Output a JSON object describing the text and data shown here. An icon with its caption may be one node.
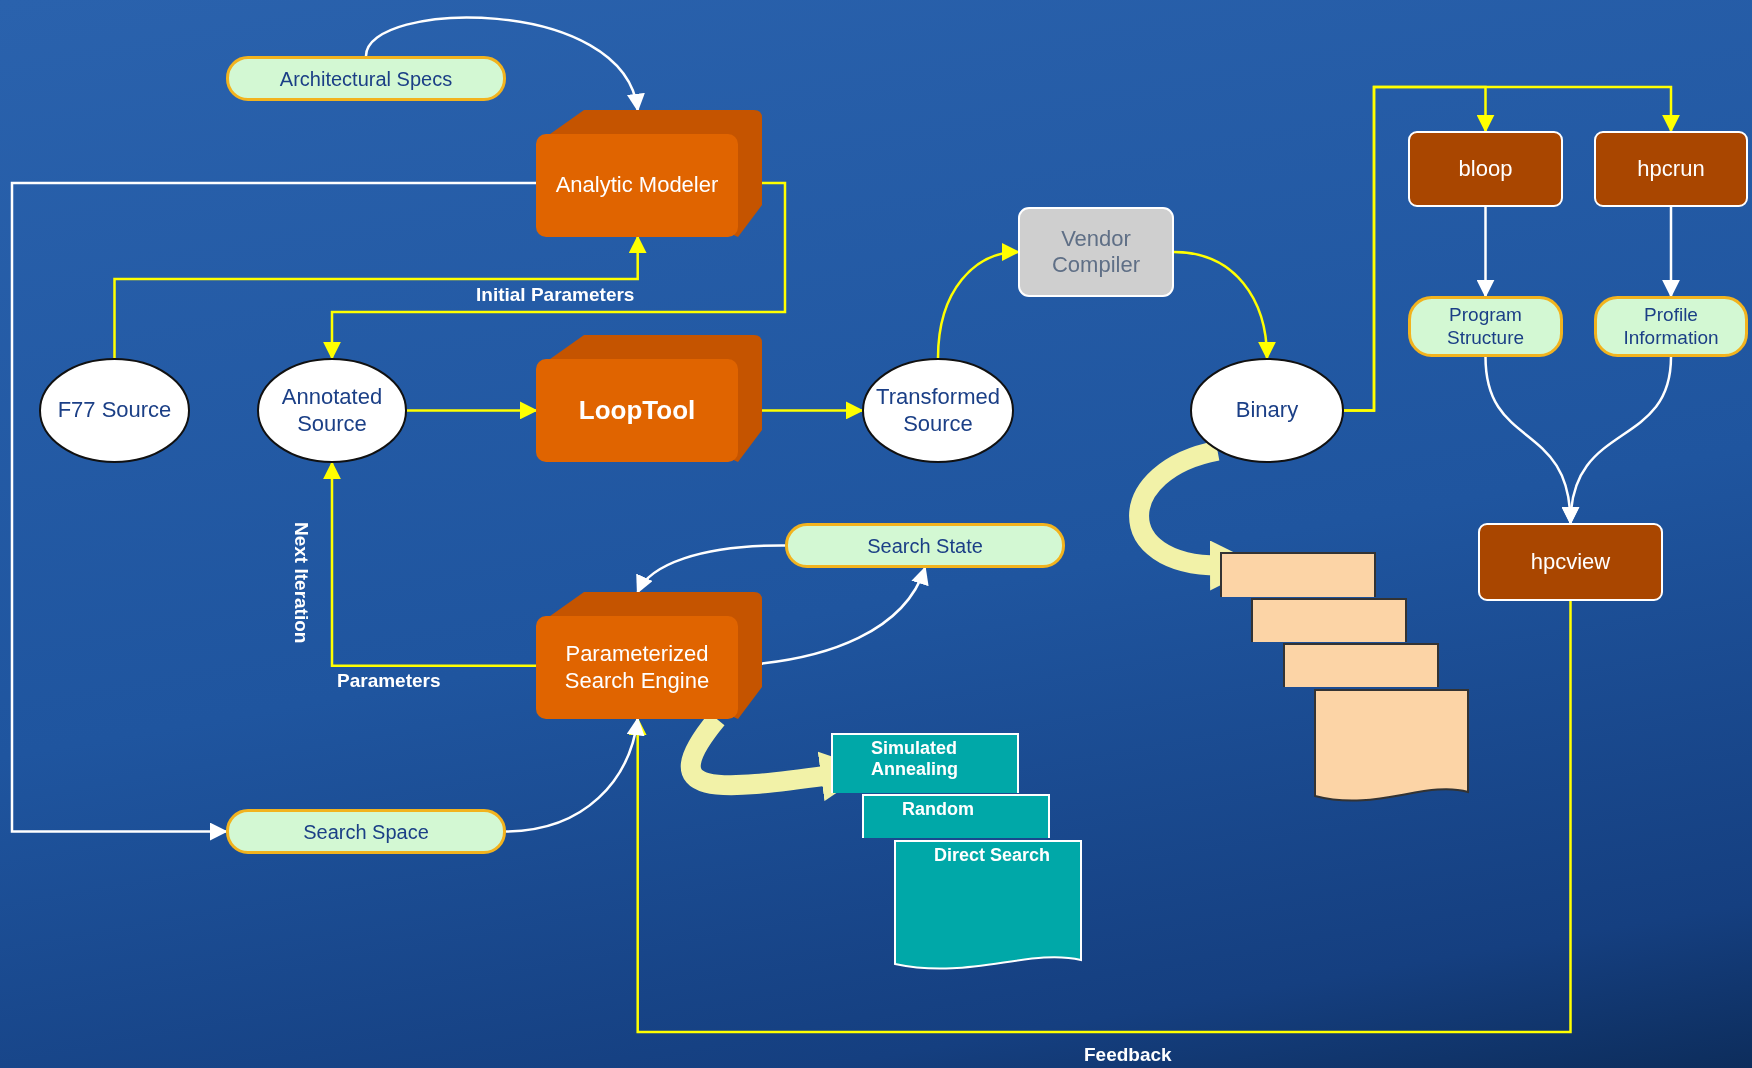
{
  "diagram": {
    "nodes": [
      {
        "text": [
          "Architectural Specs"
        ]
      },
      {
        "text": [
          "Analytic Modeler"
        ]
      },
      {
        "text": [
          "F77 Source"
        ]
      },
      {
        "text": [
          "Annotated Source"
        ]
      },
      {
        "text": [
          "LoopTool"
        ]
      },
      {
        "text": [
          "Transformed Source"
        ]
      },
      {
        "text": [
          "Vendor Compiler"
        ]
      },
      {
        "text": [
          "Binary"
        ]
      },
      {
        "text": [
          "bloop"
        ]
      },
      {
        "text": [
          "hpcrun"
        ]
      },
      {
        "text": [
          "Program Structure"
        ]
      },
      {
        "text": [
          "Profile Information"
        ]
      },
      {
        "text": [
          "hpcview"
        ]
      },
      {
        "text": [
          "Search State"
        ]
      },
      {
        "text": [
          "Parameterized Search Engine"
        ]
      },
      {
        "text": [
          "Search Space"
        ]
      },
      {
        "text": [],
        "shape": "document"
      },
      {
        "text": [],
        "shape": "document"
      },
      {
        "text": [],
        "shape": "document"
      },
      {
        "text": [],
        "shape": "document"
      },
      {
        "text": [
          "Simulated Annealing"
        ]
      },
      {
        "text": [
          "Random"
        ]
      },
      {
        "text": [
          "Direct Search"
        ]
      }
    ],
    "edges": [
      {
        "from": 0,
        "to": 1,
        "arrow": "to",
        "color": "#ffffff"
      },
      {
        "from": 1,
        "to": 15,
        "arrow": "to",
        "color": "#ffffff"
      },
      {
        "from": 2,
        "to": 1,
        "arrow": "to"
      },
      {
        "from": 1,
        "to": 3,
        "arrow": "to",
        "label": "Initial Parameters"
      },
      {
        "from": 3,
        "to": 4,
        "arrow": "to"
      },
      {
        "from": 4,
        "to": 5,
        "arrow": "to"
      },
      {
        "from": 5,
        "to": 6,
        "arrow": "to"
      },
      {
        "from": 6,
        "to": 7,
        "arrow": "to"
      },
      {
        "from": 7,
        "to": 8,
        "arrow": "to"
      },
      {
        "from": 7,
        "to": 9,
        "arrow": "to"
      },
      {
        "from": 8,
        "to": 10,
        "arrow": "to",
        "color": "#ffffff"
      },
      {
        "from": 9,
        "to": 11,
        "arrow": "to",
        "color": "#ffffff"
      },
      {
        "from": 10,
        "to": 12,
        "arrow": "to",
        "color": "#ffffff"
      },
      {
        "from": 11,
        "to": 12,
        "arrow": "to",
        "color": "#ffffff"
      },
      {
        "from": 12,
        "to": 14,
        "arrow": "to",
        "label": "Feedback"
      },
      {
        "from": 14,
        "to": 3,
        "arrow": "to",
        "label": "Parameters"
      },
      {
        "from": 13,
        "to": 14,
        "arrow": "to",
        "color": "#ffffff"
      },
      {
        "from": 14,
        "to": 13,
        "arrow": "to",
        "color": "#ffffff"
      },
      {
        "from": 15,
        "to": 14,
        "arrow": "to",
        "color": "#ffffff"
      },
      {
        "from": 7,
        "to": 16,
        "arrow": "to",
        "style": "thick",
        "color": "#f2f2a8"
      },
      {
        "from": 14,
        "to": 20,
        "arrow": "to",
        "style": "thick",
        "color": "#f2f2a8"
      }
    ],
    "labels": [
      "Next Iteration"
    ]
  }
}
